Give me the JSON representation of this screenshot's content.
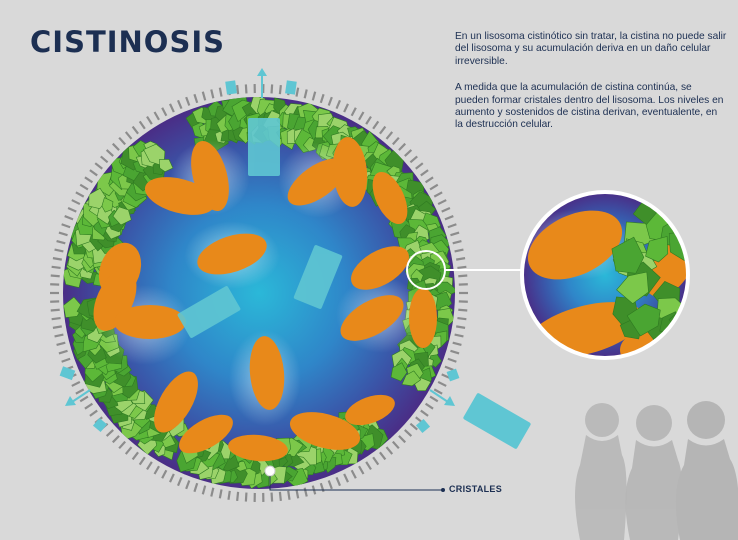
{
  "header": {
    "title": "CISTINOSIS"
  },
  "description": {
    "paragraph1": "En un lisosoma cistinótico sin tratar, la cistina no puede salir del lisosoma y su acumulación deriva en un daño celular irreversible.",
    "paragraph2": "A medida que la acumulación de cistina continúa, se pueden formar cristales dentro del lisosoma. Los niveles en aumento y sostenidos de cistina derivan, eventualente, en la destrucción celular."
  },
  "labels": {
    "crystals": "CRISTALES"
  },
  "colors": {
    "title": "#1c2f52",
    "background": "#d9d9d9",
    "lysosome_center": "#2bb8d8",
    "lysosome_edge": "#4a2d86",
    "cystine_orange": "#e8891a",
    "crystal_green": "#5cb838",
    "transporter_cyan": "#5fc6d3",
    "ring_gray": "#8c8c8c"
  },
  "icons": {
    "arrows": "arrow-out-icon",
    "figures": "human-silhouette-icon"
  }
}
